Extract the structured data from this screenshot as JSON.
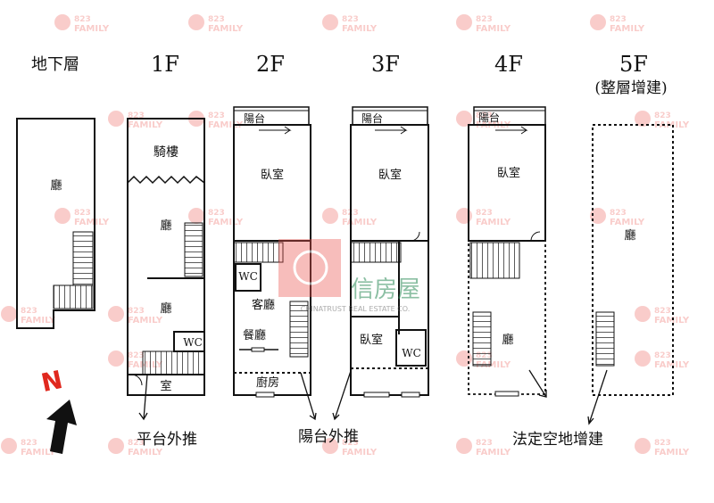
{
  "floors": {
    "basement": "地下層",
    "f1": "1F",
    "f2": "2F",
    "f3": "3F",
    "f4": "4F",
    "f5": "5F",
    "f5_note": "(整層增建)"
  },
  "rooms": {
    "hall": "廳",
    "arcade": "騎樓",
    "wc": "WC",
    "room": "室",
    "bedroom": "臥室",
    "balcony": "陽台",
    "living": "客廳",
    "dining": "餐廳",
    "kitchen": "廚房"
  },
  "notes": {
    "platform": "平台外推",
    "balcony": "陽台外推",
    "open_space": "法定空地增建"
  },
  "compass": {
    "label": "N"
  },
  "watermark": {
    "number": "823",
    "word": "FAMILY",
    "company": "信房屋",
    "company_en": "CHINATRUST REAL ESTATE CO."
  },
  "colors": {
    "line": "#111111",
    "compass_red": "#e0281e",
    "watermark_red": "#e9544e",
    "company_green": "#2c8a58"
  }
}
